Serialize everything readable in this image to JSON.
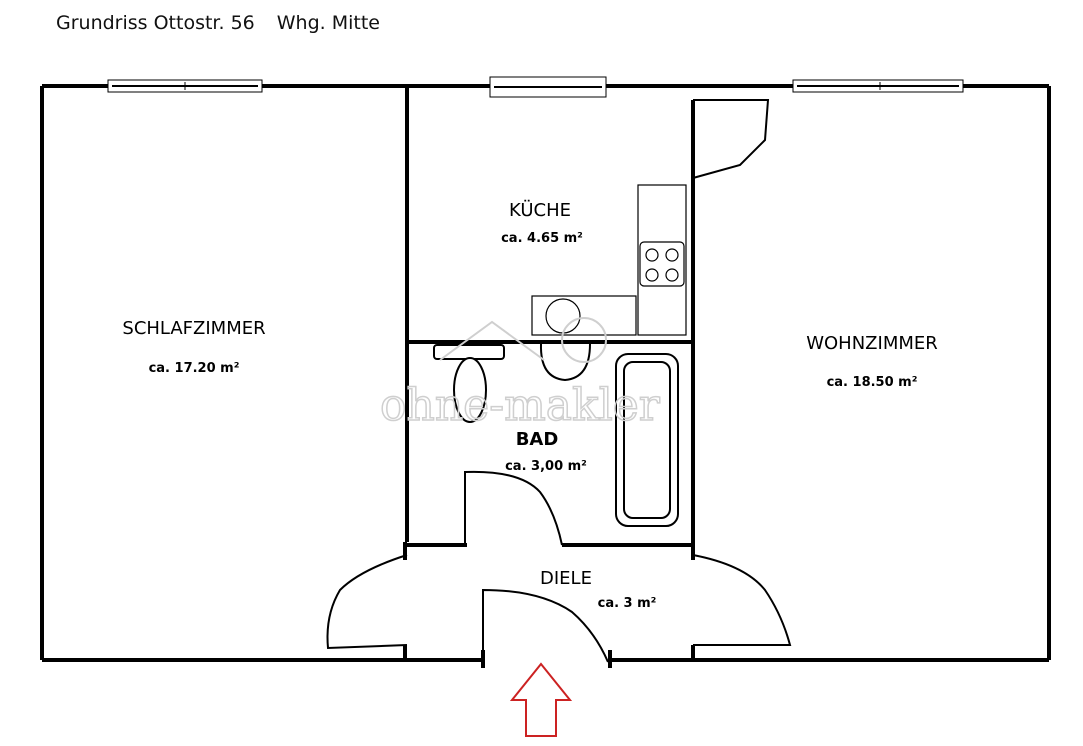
{
  "header": {
    "address": "Grundriss Ottostr. 56",
    "unit": "Whg. Mitte"
  },
  "rooms": {
    "schlafzimmer": {
      "name": "SCHLAFZIMMER",
      "area": "ca. 17.20 m²"
    },
    "kueche": {
      "name": "KÜCHE",
      "area": "ca. 4.65 m²"
    },
    "wohnzimmer": {
      "name": "WOHNZIMMER",
      "area": "ca. 18.50 m²"
    },
    "bad": {
      "name": "BAD",
      "area": "ca. 3,00 m²"
    },
    "diele": {
      "name": "DIELE",
      "area": "ca. 3 m²"
    }
  },
  "watermark": {
    "text": "ohne-makler"
  },
  "colors": {
    "wall": "#000000",
    "entrance_arrow": "#cc2222",
    "watermark": "#cfcfcf"
  }
}
